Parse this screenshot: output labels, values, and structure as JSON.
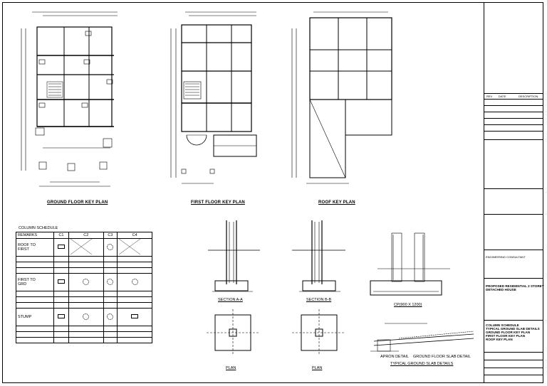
{
  "plans": {
    "ground_floor_title": "GROUND FLOOR KEY PLAN",
    "first_floor_title": "FIRST FLOOR KEY PLAN",
    "roof_title": "ROOF KEY PLAN"
  },
  "details": {
    "section_aa": "SECTION A-A",
    "section_bb": "SECTION B-B",
    "cp_label": "CP(900 X 1200)",
    "plan_label_1": "PLAN",
    "plan_label_2": "PLAN",
    "apron_detail": "APRON DETAIL",
    "ground_slab_detail": "GROUND FLOOR SLAB DETAIL",
    "typical_ground_slab": "TYPICAL GROUND SLAB DETAILS"
  },
  "schedule": {
    "title": "COLUMN SCHEDULE",
    "headers": [
      "REMARKS",
      "C1",
      "C2",
      "C3",
      "C4"
    ],
    "rows": [
      {
        "label": "ROOF TO\nFIRST"
      },
      {
        "label": "FIRST TO\nGRD"
      },
      {
        "label": "STUMP"
      }
    ]
  },
  "title_block": {
    "project_heading": "PROPOSED RESIDENTIAL 2 STOREY\nDETACHED HOUSE",
    "drawing_title": "COLUMN SCHEDULE\nTYPICAL GROUND SLAB DETAILS\nGROUND FLOOR KEY PLAN\nFIRST FLOOR KEY PLAN\nROOF KEY PLAN",
    "firm": "ENGINEERING CONSULTANT",
    "table_headers": [
      "REV",
      "DATE",
      "DESCRIPTION"
    ]
  }
}
